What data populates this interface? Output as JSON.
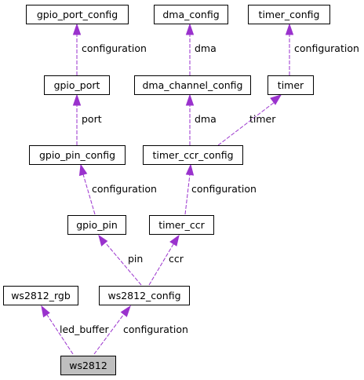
{
  "diagram": {
    "nodes": {
      "gpio_port_config": {
        "label": "gpio_port_config"
      },
      "dma_config": {
        "label": "dma_config"
      },
      "timer_config": {
        "label": "timer_config"
      },
      "gpio_port": {
        "label": "gpio_port"
      },
      "dma_channel_config": {
        "label": "dma_channel_config"
      },
      "timer": {
        "label": "timer"
      },
      "gpio_pin_config": {
        "label": "gpio_pin_config"
      },
      "timer_ccr_config": {
        "label": "timer_ccr_config"
      },
      "gpio_pin": {
        "label": "gpio_pin"
      },
      "timer_ccr": {
        "label": "timer_ccr"
      },
      "ws2812_rgb": {
        "label": "ws2812_rgb"
      },
      "ws2812_config": {
        "label": "ws2812_config"
      },
      "ws2812": {
        "label": "ws2812"
      }
    },
    "edges": {
      "gpio_port_configuration": {
        "from": "gpio_port",
        "to": "gpio_port_config",
        "label": "configuration"
      },
      "dma_channel_dma": {
        "from": "dma_channel_config",
        "to": "dma_config",
        "label": "dma"
      },
      "timer_configuration": {
        "from": "timer",
        "to": "timer_config",
        "label": "configuration"
      },
      "gpio_pin_config_port": {
        "from": "gpio_pin_config",
        "to": "gpio_port",
        "label": "port"
      },
      "timer_ccr_config_dma": {
        "from": "timer_ccr_config",
        "to": "dma_channel_config",
        "label": "dma"
      },
      "timer_ccr_config_timer": {
        "from": "timer_ccr_config",
        "to": "timer",
        "label": "timer"
      },
      "gpio_pin_configuration": {
        "from": "gpio_pin",
        "to": "gpio_pin_config",
        "label": "configuration"
      },
      "timer_ccr_configuration": {
        "from": "timer_ccr",
        "to": "timer_ccr_config",
        "label": "configuration"
      },
      "ws2812_config_pin": {
        "from": "ws2812_config",
        "to": "gpio_pin",
        "label": "pin"
      },
      "ws2812_config_ccr": {
        "from": "ws2812_config",
        "to": "timer_ccr",
        "label": "ccr"
      },
      "ws2812_led_buffer": {
        "from": "ws2812",
        "to": "ws2812_rgb",
        "label": "led_buffer"
      },
      "ws2812_configuration": {
        "from": "ws2812",
        "to": "ws2812_config",
        "label": "configuration"
      }
    },
    "colors": {
      "edge": "#9a32cd",
      "node_border": "#000000",
      "node_fill": "#ffffff",
      "root_fill": "#bfbfbf"
    }
  }
}
